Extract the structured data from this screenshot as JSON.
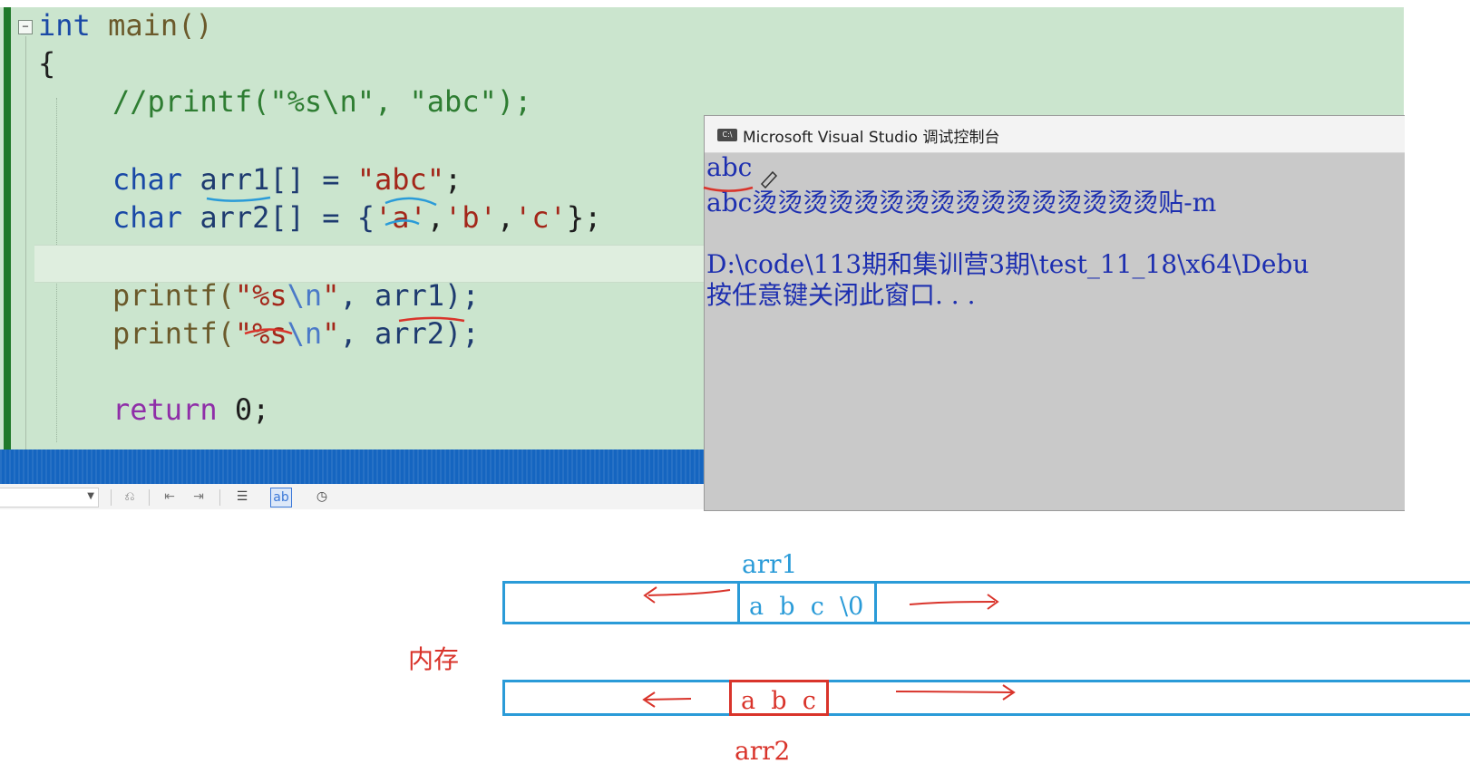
{
  "editor": {
    "collapse_glyph": "−",
    "lines": {
      "l1_kw": "int",
      "l1_fn": " main()",
      "l2": "{",
      "l3_comment": "//printf(\"%s\\n\", \"abc\");",
      "l4_kw": "char",
      "l4_var": " arr1[] = ",
      "l4_str": "\"abc\"",
      "l4_end": ";",
      "l5_kw": "char",
      "l5_var": " arr2[] = {",
      "l5_c1": "'a'",
      "l5_comma1": ",",
      "l5_c2": "'b'",
      "l5_comma2": ",",
      "l5_c3": "'c'",
      "l5_end": "};",
      "l6_fn": "printf(",
      "l6_str1": "\"%s",
      "l6_esc": "\\n",
      "l6_str2": "\"",
      "l6_rest": ", arr1);",
      "l7_fn": "printf(",
      "l7_str1": "\"%s",
      "l7_esc": "\\n",
      "l7_str2": "\"",
      "l7_rest": ", arr2);",
      "l8_kw": "return",
      "l8_rest": " 0;"
    }
  },
  "console": {
    "icon_text": "C:\\",
    "title": "Microsoft Visual Studio 调试控制台",
    "line1": "abc",
    "line2": "abc烫烫烫烫烫烫烫烫烫烫烫烫烫烫烫烫贴-m",
    "line3": "D:\\code\\113期和集训营3期\\test_11_18\\x64\\Debu",
    "line4": "按任意键关闭此窗口. . ."
  },
  "diagram": {
    "arr1_label": "arr1",
    "arr1_cells": "a  b  c  \\0",
    "memory_label": "内存",
    "arr2_cells": "a  b  c",
    "arr2_label": "arr2"
  },
  "colors": {
    "editor_bg": "#cbe5ce",
    "keyword": "#1a49a6",
    "string": "#a3271a",
    "console_text": "#1d2fb0",
    "annotation_blue": "#2a9bd8",
    "annotation_red": "#d9342b"
  }
}
